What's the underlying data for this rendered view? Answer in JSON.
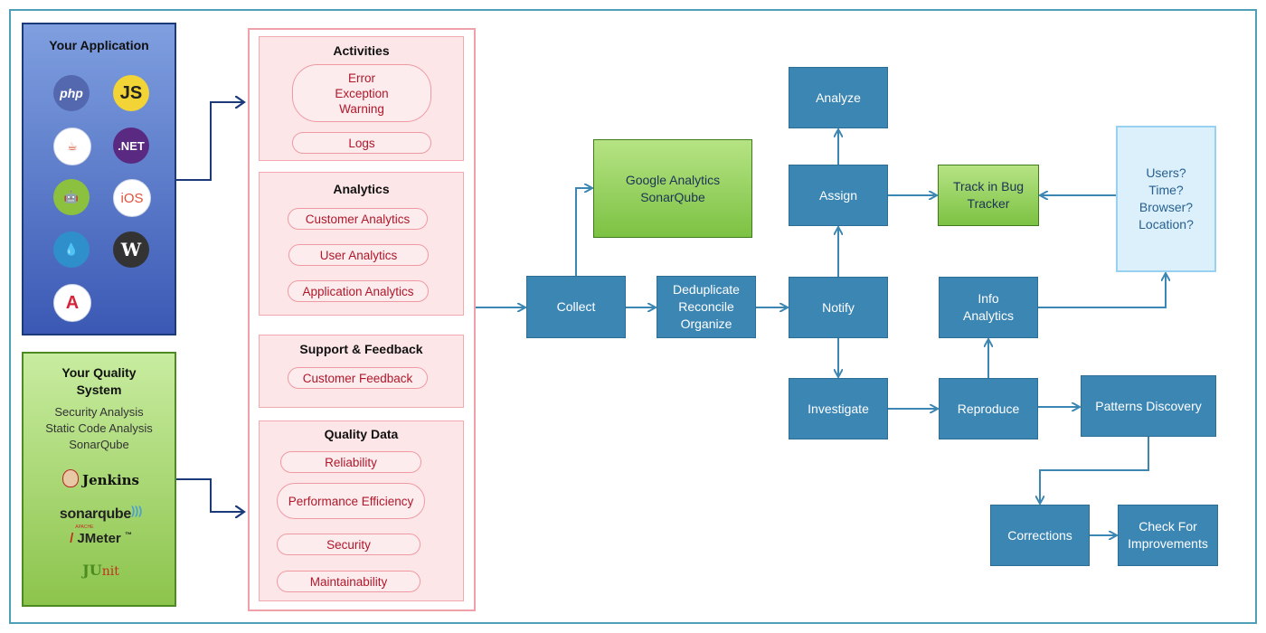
{
  "your_application": {
    "title": "Your Application",
    "icons": [
      {
        "name": "php-icon",
        "label": "php",
        "bg": "#5468b0",
        "fg": "#ffffff"
      },
      {
        "name": "javascript-icon",
        "label": "JS",
        "bg": "#f2d437",
        "fg": "#222222"
      },
      {
        "name": "java-icon",
        "label": "☕",
        "bg": "#ffffff",
        "fg": "#d64b2b"
      },
      {
        "name": "dotnet-icon",
        "label": ".NET",
        "bg": "#5a2a82",
        "fg": "#ffffff"
      },
      {
        "name": "android-icon",
        "label": "🤖",
        "bg": "#8cc13f",
        "fg": "#ffffff"
      },
      {
        "name": "ios-icon",
        "label": "iOS",
        "bg": "#ffffff",
        "fg": "#e0513a"
      },
      {
        "name": "drupal-icon",
        "label": "💧",
        "bg": "#2f8fca",
        "fg": "#ffffff"
      },
      {
        "name": "wordpress-icon",
        "label": "W",
        "bg": "#333333",
        "fg": "#ffffff"
      },
      {
        "name": "angular-icon",
        "label": "A",
        "bg": "#ffffff",
        "fg": "#d8243a"
      }
    ]
  },
  "quality_system": {
    "title_line1": "Your Quality",
    "title_line2": "System",
    "line1": "Security Analysis",
    "line2": "Static Code Analysis",
    "line3": "SonarQube",
    "tools": {
      "jenkins": "Jenkins",
      "sonarqube": "sonarqube",
      "jmeter": "JMeter",
      "jmeter_apache": "APACHE",
      "junit_j": "JU",
      "junit_rest": "nit"
    }
  },
  "groups": {
    "activities": {
      "title": "Activities",
      "pill1_line1": "Error",
      "pill1_line2": "Exception",
      "pill1_line3": "Warning",
      "pill2": "Logs"
    },
    "analytics": {
      "title": "Analytics",
      "pill1": "Customer Analytics",
      "pill2": "User Analytics",
      "pill3": "Application Analytics"
    },
    "support": {
      "title": "Support & Feedback",
      "pill1": "Customer Feedback"
    },
    "quality": {
      "title": "Quality Data",
      "pill1": "Reliability",
      "pill2": "Performance Efficiency",
      "pill3": "Security",
      "pill4": "Maintainability"
    }
  },
  "flow": {
    "collect": "Collect",
    "dedup_line1": "Deduplicate",
    "dedup_line2": "Reconcile",
    "dedup_line3": "Organize",
    "google_line1": "Google Analytics",
    "google_line2": "SonarQube",
    "notify": "Notify",
    "assign": "Assign",
    "analyze": "Analyze",
    "investigate": "Investigate",
    "track_line1": "Track in Bug",
    "track_line2": "Tracker",
    "info_line1": "Info",
    "info_line2": "Analytics",
    "reproduce": "Reproduce",
    "patterns": "Patterns Discovery",
    "corrections": "Corrections",
    "check_line1": "Check For",
    "check_line2": "Improvements",
    "questions": {
      "q1": "Users?",
      "q2": "Time?",
      "q3": "Browser?",
      "q4": "Location?"
    }
  },
  "colors": {
    "flow_blue": "#3c86b4",
    "arrow": "#3c86b4",
    "dark_arrow": "#1c3a7a"
  }
}
